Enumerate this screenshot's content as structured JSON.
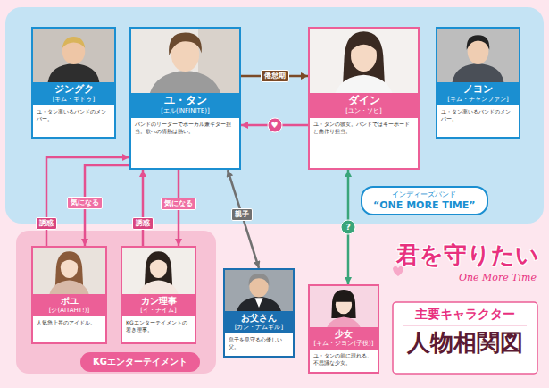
{
  "diagram": {
    "title": "人物相関図",
    "nodes": [
      {
        "text": [
          "インディーズバンド",
          "“ONE MORE TIME”"
        ]
      },
      {
        "text": [
          "ジングク",
          "[キム・ギドゥ]",
          "ユ・タン率いるバンドのメンバー。"
        ],
        "in": 0
      },
      {
        "text": [
          "ユ・タン",
          "[エル(INFINITE)]",
          "バンドのリーダーでボーカル兼ギター担当。歌への情熱は熱い。"
        ],
        "in": 0
      },
      {
        "text": [
          "ダイン",
          "[ユン・ソヒ]",
          "ユ・タンの彼女。バンドではキーボードと曲作り担当。"
        ],
        "in": 0
      },
      {
        "text": [
          "ノヨン",
          "[キム・チャンファン]",
          "ユ・タン率いるバンドのメンバー。"
        ],
        "in": 0
      },
      {
        "text": [
          "KGエンターテイメント"
        ]
      },
      {
        "text": [
          "ボユ",
          "[ジ(AITAHT!)]",
          "人気急上昇のアイドル。"
        ],
        "in": 5
      },
      {
        "text": [
          "カン理事",
          "[イ・チイム]",
          "KGエンターテイメントの若き理事。"
        ],
        "in": 5
      },
      {
        "text": [
          "お父さん",
          "[カン・ナムギル]",
          "息子を見守る心優しい父。"
        ]
      },
      {
        "text": [
          "少女",
          "[キム・ジヨン(子役)]",
          "ユ・タンの前に現れる、不思議な少女。"
        ]
      }
    ],
    "edges": [
      {
        "from": 2,
        "to": 3,
        "label": "倦怠期",
        "arrow": "to"
      },
      {
        "from": 3,
        "to": 2,
        "label": "♥",
        "arrow": "to"
      },
      {
        "from": 6,
        "to": 2,
        "label": "誘惑",
        "arrow": "to"
      },
      {
        "from": 2,
        "to": 6,
        "label": "気になる",
        "arrow": "to"
      },
      {
        "from": 7,
        "to": 2,
        "label": "誘惑",
        "arrow": "to"
      },
      {
        "from": 2,
        "to": 7,
        "label": "気になる",
        "arrow": "to"
      },
      {
        "from": 2,
        "to": 8,
        "label": "親子",
        "arrow": "both"
      },
      {
        "from": 3,
        "to": 9,
        "label": "?",
        "arrow": "both"
      }
    ],
    "labels": [
      "君を守りたい",
      "One More Time",
      "主要キャラクター"
    ]
  }
}
